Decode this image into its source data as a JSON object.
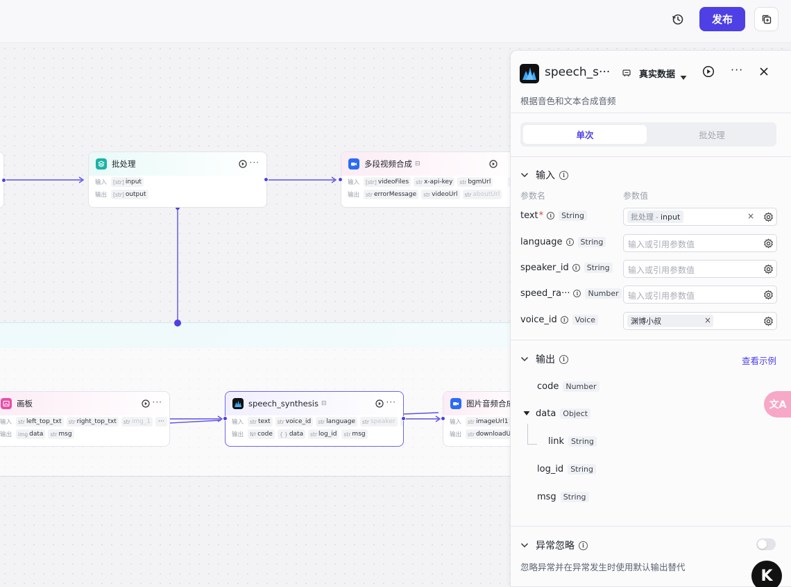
{
  "toolbar": {
    "publish_label": "发布",
    "icons": {
      "history": "history-icon",
      "copy": "copy-icon"
    }
  },
  "nodes": {
    "batch": {
      "title": "批处理",
      "input_label": "输入",
      "output_label": "输出",
      "inputs": [
        {
          "type": "[str]",
          "name": "input"
        }
      ],
      "outputs": [
        {
          "type": "[str]",
          "name": "output"
        }
      ]
    },
    "multi_video": {
      "title": "多段视频合成",
      "input_label": "输入",
      "output_label": "输出",
      "inputs": [
        {
          "type": "[str]",
          "name": "videoFiles"
        },
        {
          "type": "str",
          "name": "x-api-key"
        },
        {
          "type": "str",
          "name": "bgmUrl"
        }
      ],
      "outputs": [
        {
          "type": "str",
          "name": "errorMessage"
        },
        {
          "type": "str",
          "name": "videoUrl"
        },
        {
          "type": "str",
          "name": "aboutUrl"
        }
      ],
      "more": "···"
    },
    "canvas": {
      "title": "画板",
      "input_label": "输入",
      "output_label": "输出",
      "inputs": [
        {
          "type": "str",
          "name": "left_top_txt"
        },
        {
          "type": "str",
          "name": "right_top_txt"
        },
        {
          "type": "str",
          "name": "img_1"
        }
      ],
      "outputs": [
        {
          "type": "img",
          "name": "data"
        },
        {
          "type": "str",
          "name": "msg"
        }
      ],
      "more": "···"
    },
    "speech": {
      "title": "speech_synthesis",
      "input_label": "输入",
      "output_label": "输出",
      "inputs": [
        {
          "type": "str",
          "name": "text"
        },
        {
          "type": "str",
          "name": "voice_id"
        },
        {
          "type": "str",
          "name": "language"
        },
        {
          "type": "str",
          "name": "speaker"
        }
      ],
      "outputs": [
        {
          "type": "Nº",
          "name": "code"
        },
        {
          "type": "{ }",
          "name": "data"
        },
        {
          "type": "str",
          "name": "log_id"
        },
        {
          "type": "str",
          "name": "msg"
        }
      ],
      "more": "···"
    },
    "image_audio": {
      "title": "图片音频合成",
      "input_label": "输入",
      "output_label": "输出",
      "inputs": [
        {
          "type": "str",
          "name": "imageUrl1"
        }
      ],
      "outputs": [
        {
          "type": "str",
          "name": "downloadUrl"
        }
      ]
    }
  },
  "panel": {
    "title": "speech_s···",
    "mode": "真实数据",
    "description": "根据音色和文本合成音频",
    "tabs": [
      {
        "label": "单次",
        "active": true
      },
      {
        "label": "批处理",
        "active": false
      }
    ],
    "input_section": {
      "title": "输入",
      "col_name": "参数名",
      "col_value": "参数值",
      "params": [
        {
          "name": "text",
          "required": "*",
          "type": "String",
          "ref_source": "批处理",
          "ref_sep": " - ",
          "ref_value": "input"
        },
        {
          "name": "language",
          "type": "String",
          "placeholder": "输入或引用参数值"
        },
        {
          "name": "speaker_id",
          "type": "String",
          "placeholder": "输入或引用参数值"
        },
        {
          "name": "speed_ra···",
          "type": "Number",
          "placeholder": "输入或引用参数值"
        },
        {
          "name": "voice_id",
          "type": "Voice",
          "value": "渊博小叔"
        }
      ]
    },
    "output_section": {
      "title": "输出",
      "example_link": "查看示例",
      "fields": [
        {
          "name": "code",
          "type": "Number"
        },
        {
          "name": "data",
          "type": "Object"
        },
        {
          "name": "link",
          "type": "String"
        },
        {
          "name": "log_id",
          "type": "String"
        },
        {
          "name": "msg",
          "type": "String"
        }
      ]
    },
    "ignore_section": {
      "title": "异常忽略",
      "description": "忽略异常并在异常发生时使用默认输出替代",
      "enabled": false
    }
  },
  "fabs": {
    "translate": "文A",
    "assistant": "K"
  },
  "colors": {
    "accent": "#4e40e5",
    "wire": "#5b50e6",
    "teal": "#19b3a6",
    "blue": "#2a6cf6",
    "pink": "#e84ea6"
  }
}
